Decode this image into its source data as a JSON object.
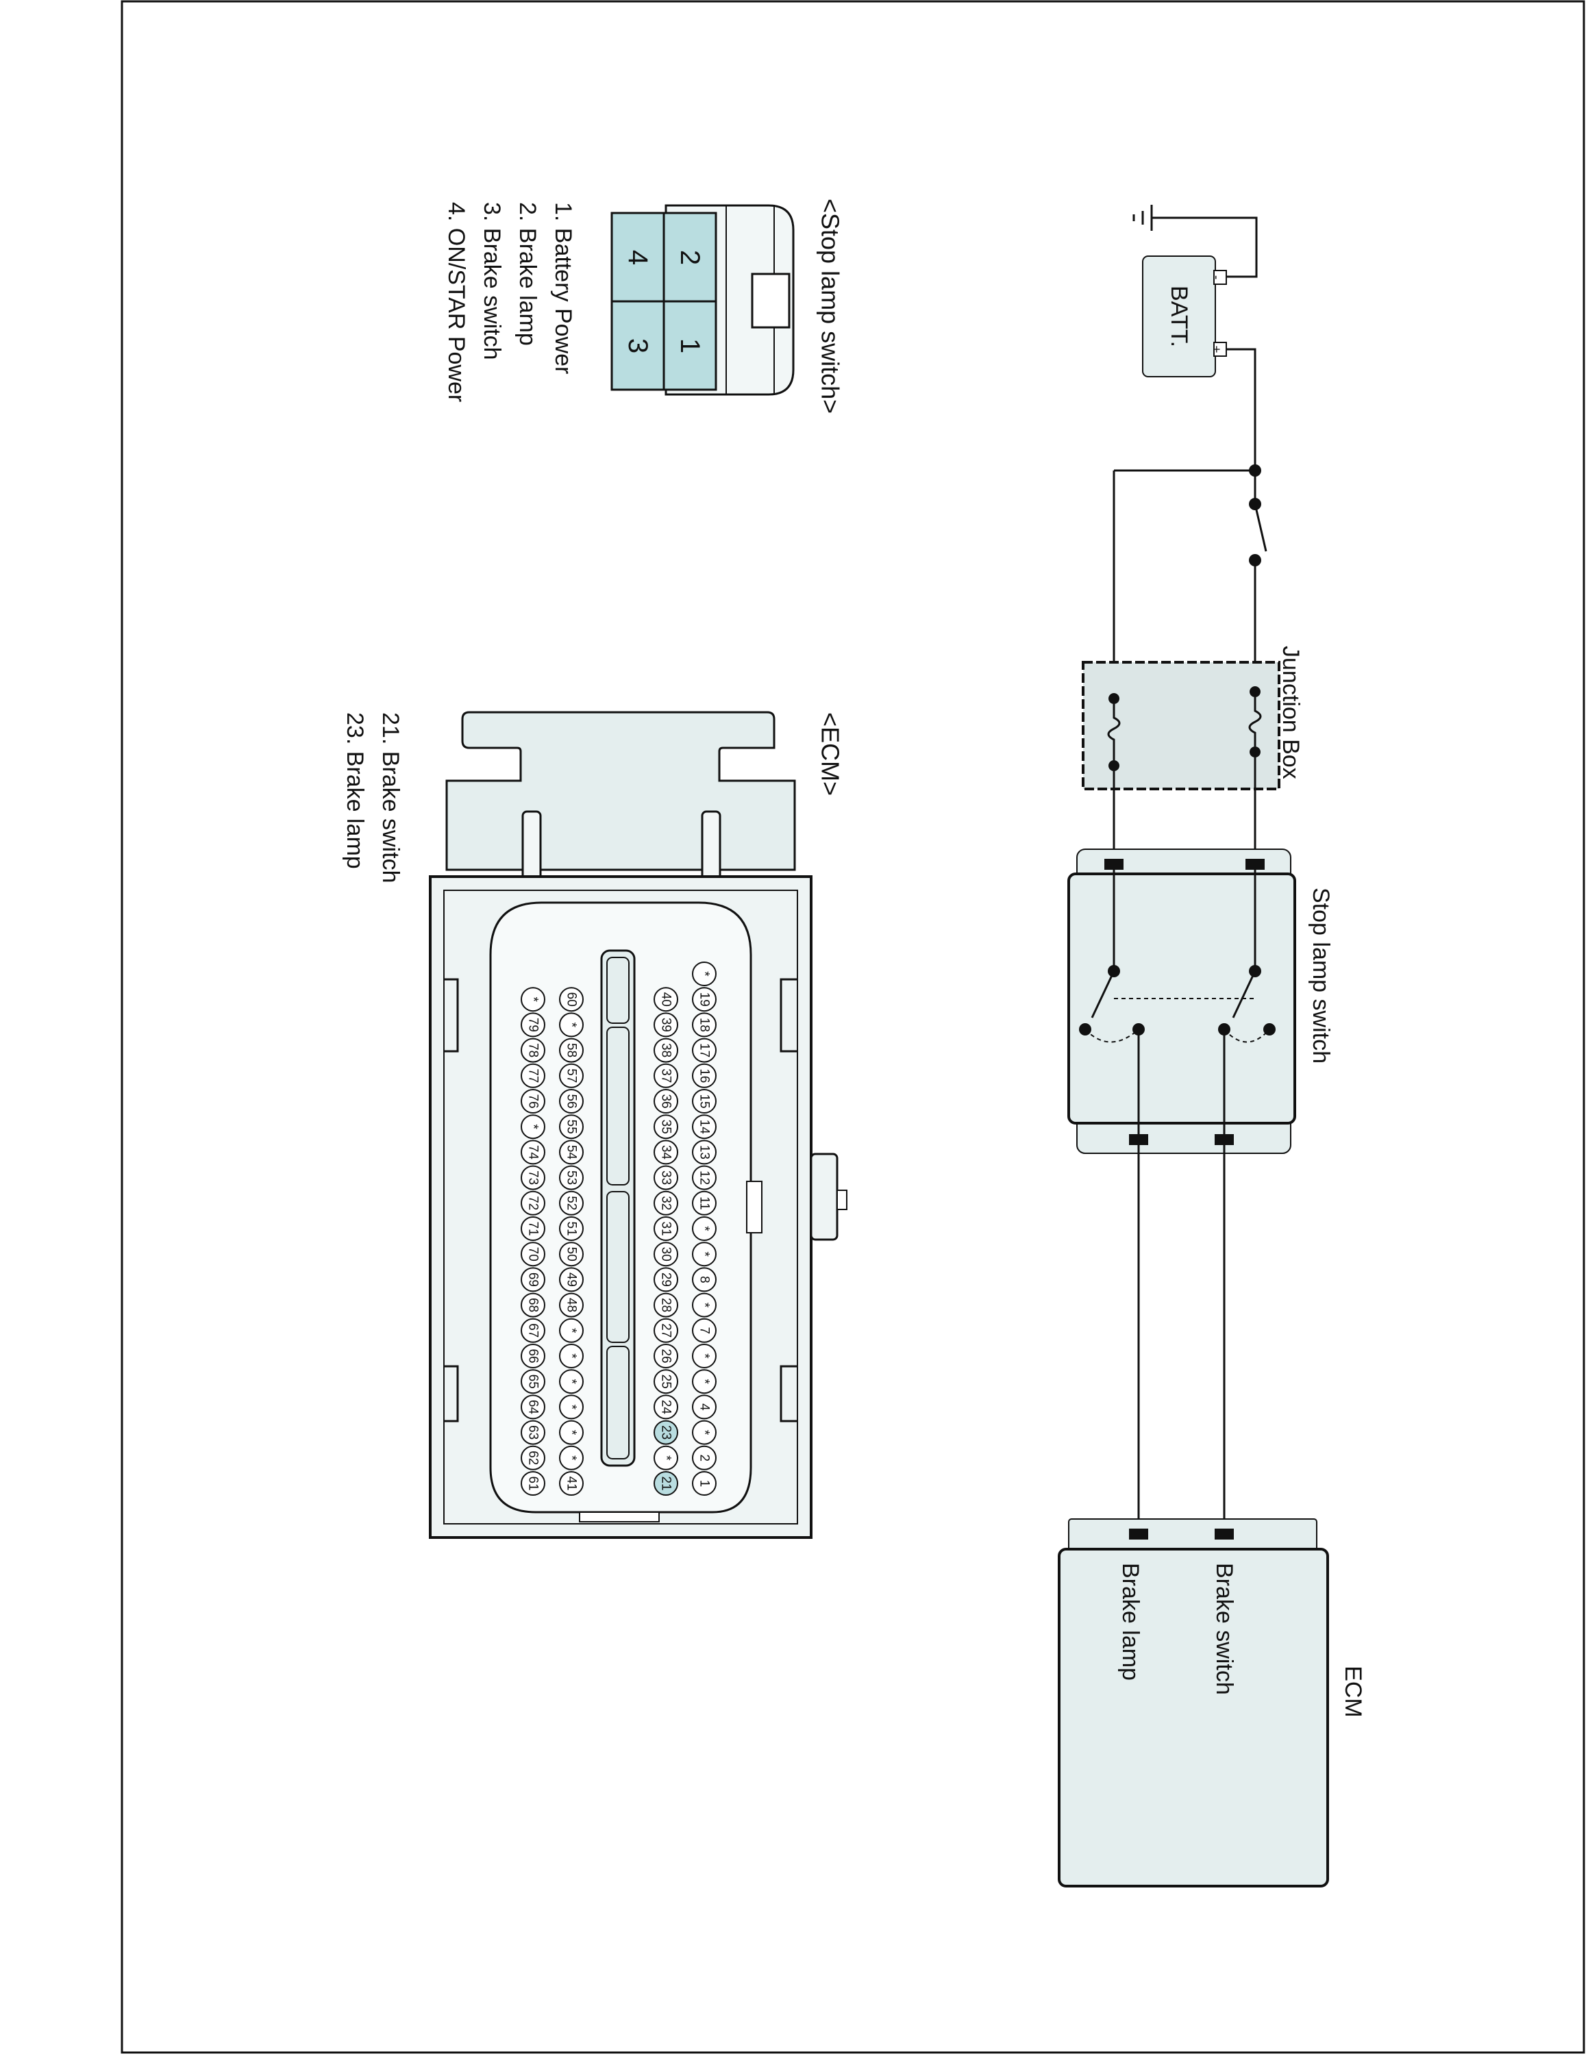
{
  "schematic": {
    "battery_label": "BATT.",
    "battery_neg": "-",
    "battery_pos": "+",
    "junction_box_label": "Junction Box",
    "stop_lamp_switch_label": "Stop lamp switch",
    "ecm_label": "ECM",
    "ecm_pin_brake_switch": "Brake switch",
    "ecm_pin_brake_lamp": "Brake lamp"
  },
  "stop_lamp_connector": {
    "title": "<Stop lamp switch>",
    "cavities": [
      "1",
      "2",
      "3",
      "4"
    ],
    "legend": [
      "1. Battery Power",
      "2. Brake lamp",
      "3. Brake switch",
      "4. ON/STAR Power"
    ]
  },
  "ecm_connector": {
    "title": "<ECM>",
    "legend": [
      "21. Brake switch",
      "23. Brake lamp"
    ],
    "highlighted_pins": [
      "21",
      "23"
    ],
    "rows": [
      [
        "1",
        "2",
        "*",
        "4",
        "*",
        "*",
        "7",
        "*",
        "8",
        "*",
        "*",
        "11",
        "12",
        "13",
        "14",
        "15",
        "16",
        "17",
        "18",
        "19",
        "*"
      ],
      [
        "21",
        "*",
        "23",
        "24",
        "25",
        "26",
        "27",
        "28",
        "29",
        "30",
        "31",
        "32",
        "33",
        "34",
        "35",
        "36",
        "37",
        "38",
        "39",
        "40"
      ],
      [
        "41",
        "*",
        "*",
        "*",
        "*",
        "*",
        "*",
        "48",
        "49",
        "50",
        "51",
        "52",
        "53",
        "54",
        "55",
        "56",
        "57",
        "58",
        "*",
        "60"
      ],
      [
        "61",
        "62",
        "63",
        "64",
        "65",
        "66",
        "67",
        "68",
        "69",
        "70",
        "71",
        "72",
        "73",
        "74",
        "*",
        "76",
        "77",
        "78",
        "79",
        "*"
      ]
    ]
  }
}
